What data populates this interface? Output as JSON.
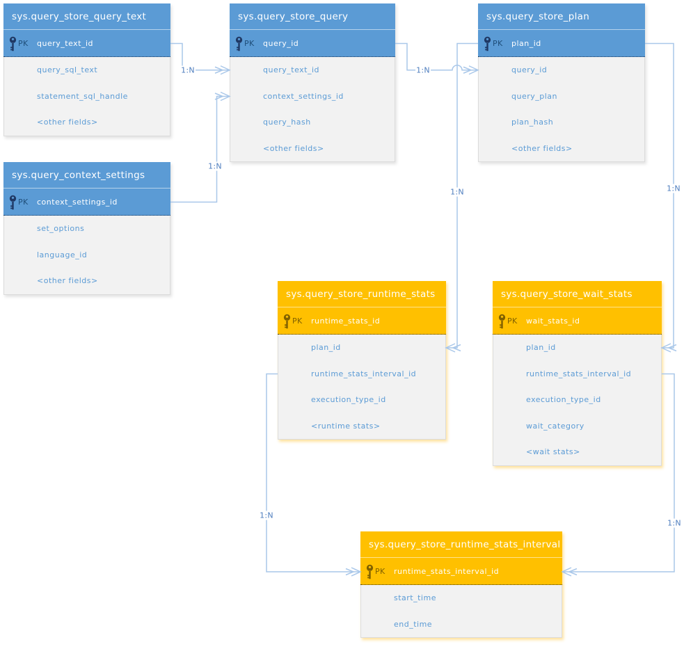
{
  "tables": [
    {
      "title": "sys.query_store_query_text",
      "theme": "blue",
      "pk_label": "PK",
      "pk_field": "query_text_id",
      "fields": [
        "query_sql_text",
        "statement_sql_handle",
        "<other fields>"
      ]
    },
    {
      "title": "sys.query_store_query",
      "theme": "blue",
      "pk_label": "PK",
      "pk_field": "query_id",
      "fields": [
        "query_text_id",
        "context_settings_id",
        "query_hash",
        "<other fields>"
      ]
    },
    {
      "title": "sys.query_store_plan",
      "theme": "blue",
      "pk_label": "PK",
      "pk_field": "plan_id",
      "fields": [
        "query_id",
        "query_plan",
        "plan_hash",
        "<other fields>"
      ]
    },
    {
      "title": "sys.query_context_settings",
      "theme": "blue",
      "pk_label": "PK",
      "pk_field": "context_settings_id",
      "fields": [
        "set_options",
        "language_id",
        "<other fields>"
      ]
    },
    {
      "title": "sys.query_store_runtime_stats",
      "theme": "orange",
      "pk_label": "PK",
      "pk_field": "runtime_stats_id",
      "fields": [
        "plan_id",
        "runtime_stats_interval_id",
        "execution_type_id",
        "<runtime stats>"
      ]
    },
    {
      "title": "sys.query_store_wait_stats",
      "theme": "orange",
      "pk_label": "PK",
      "pk_field": "wait_stats_id",
      "fields": [
        "plan_id",
        "runtime_stats_interval_id",
        "execution_type_id",
        "wait_category",
        "<wait stats>"
      ]
    },
    {
      "title": "sys.query_store_runtime_stats_interval",
      "theme": "orange",
      "pk_label": "PK",
      "pk_field": "runtime_stats_interval_id",
      "fields": [
        "start_time",
        "end_time"
      ]
    }
  ],
  "relationships": [
    {
      "label": "1:N",
      "from": "sys.query_store_query_text.query_text_id",
      "to": "sys.query_store_query.query_text_id"
    },
    {
      "label": "1:N",
      "from": "sys.query_context_settings.context_settings_id",
      "to": "sys.query_store_query.context_settings_id"
    },
    {
      "label": "1:N",
      "from": "sys.query_store_query.query_id",
      "to": "sys.query_store_plan.query_id"
    },
    {
      "label": "1:N",
      "from": "sys.query_store_plan.plan_id",
      "to": "sys.query_store_runtime_stats.plan_id"
    },
    {
      "label": "1:N",
      "from": "sys.query_store_plan.plan_id",
      "to": "sys.query_store_wait_stats.plan_id"
    },
    {
      "label": "1:N",
      "from": "sys.query_store_runtime_stats.runtime_stats_interval_id",
      "to": "sys.query_store_runtime_stats_interval.runtime_stats_interval_id"
    },
    {
      "label": "1:N",
      "from": "sys.query_store_wait_stats.runtime_stats_interval_id",
      "to": "sys.query_store_runtime_stats_interval.runtime_stats_interval_id"
    }
  ],
  "colors": {
    "blue_header": "#5B9BD5",
    "orange_header": "#FFC000",
    "field_text": "#5B9BD5",
    "connector_line": "#A9C7E9",
    "relationship_label_text": "#4D7DBE",
    "table_body_bg": "#F2F2F2"
  }
}
